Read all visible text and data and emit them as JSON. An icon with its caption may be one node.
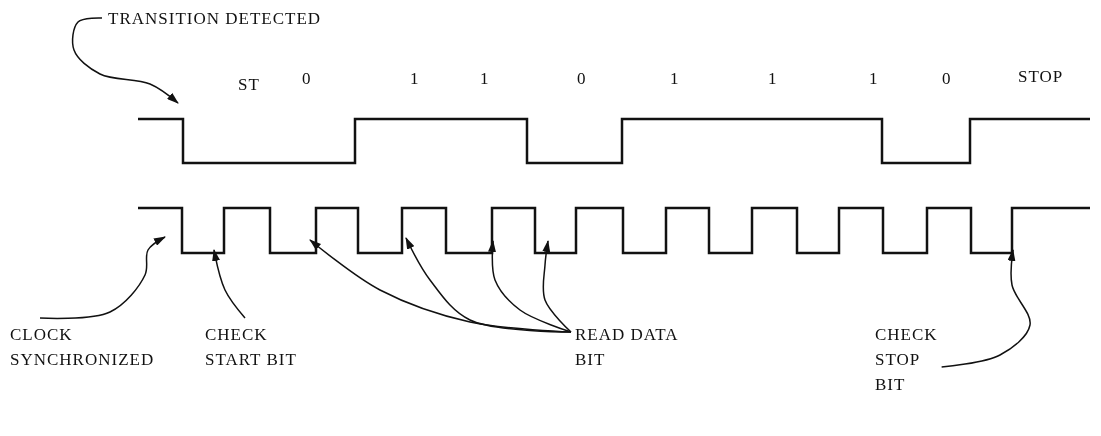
{
  "diagram": {
    "nodes": [
      {
        "text": [
          "TRANSITION DETECTED"
        ]
      },
      {
        "text": [
          "CLOCK SYNCHRONIZED"
        ]
      },
      {
        "text": [
          "CHECK START BIT"
        ]
      },
      {
        "text": [
          "READ DATA BIT"
        ]
      },
      {
        "text": [
          "CHECK STOP BIT"
        ]
      }
    ],
    "edges": [
      {
        "from": 0,
        "to": null,
        "arrow": "to"
      },
      {
        "from": 1,
        "to": null,
        "arrow": "to"
      },
      {
        "from": 2,
        "to": null,
        "arrow": "to"
      },
      {
        "from": 3,
        "to": null,
        "arrow": "to"
      },
      {
        "from": 3,
        "to": null,
        "arrow": "to"
      },
      {
        "from": 3,
        "to": null,
        "arrow": "to"
      },
      {
        "from": 3,
        "to": null,
        "arrow": "to"
      },
      {
        "from": 4,
        "to": null,
        "arrow": "to"
      }
    ],
    "labels": [
      "ST",
      "0",
      "1",
      "1",
      "0",
      "1",
      "1",
      "1",
      "0",
      "STOP"
    ]
  }
}
